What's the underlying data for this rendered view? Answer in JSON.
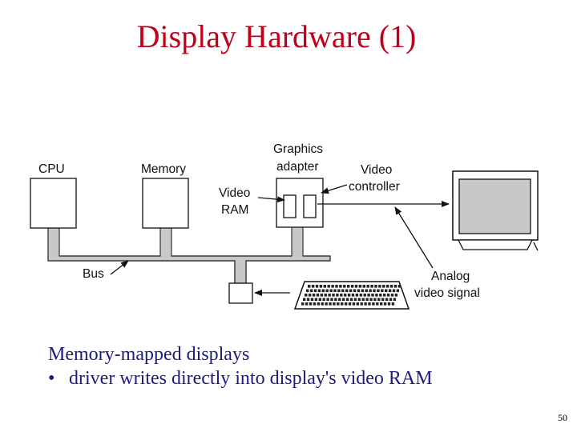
{
  "slide": {
    "title": "Display Hardware (1)",
    "body_heading": "Memory-mapped displays",
    "bullets": [
      "driver writes directly into display's video RAM"
    ],
    "bullet_symbol": "•",
    "page_number": "50"
  },
  "diagram": {
    "labels": {
      "cpu": "CPU",
      "memory": "Memory",
      "graphics_line1": "Graphics",
      "graphics_line2": "adapter",
      "video_ram_line1": "Video",
      "video_ram_line2": "RAM",
      "video_controller_line1": "Video",
      "video_controller_line2": "controller",
      "bus": "Bus",
      "analog_line1": "Analog",
      "analog_line2": "video signal"
    }
  },
  "colors": {
    "title": "#c0001a",
    "body_text": "#1a1a80",
    "bus_fill": "#c8c8c8",
    "screen_fill": "#c8c8c8"
  }
}
